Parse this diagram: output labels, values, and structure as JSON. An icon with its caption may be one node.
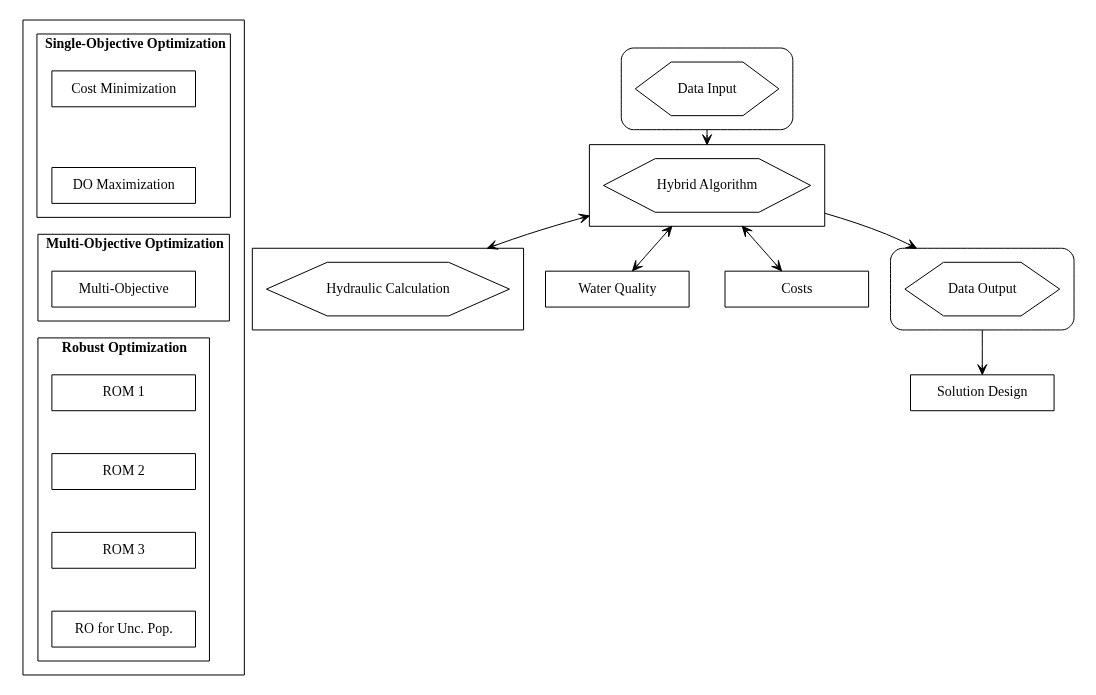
{
  "diagram": {
    "nodes": [
      {
        "text": [],
        "shape": "box"
      },
      {
        "text": [
          "Single-Objective Optimization"
        ],
        "in": 0
      },
      {
        "text": [
          "Cost Minimization"
        ],
        "in": 1
      },
      {
        "text": [
          "DO Maximization"
        ],
        "in": 1
      },
      {
        "text": [
          "Multi-Objective Optimization"
        ],
        "in": 0
      },
      {
        "text": [
          "Multi-Objective"
        ],
        "in": 4
      },
      {
        "text": [
          "Robust Optimization"
        ],
        "in": 0
      },
      {
        "text": [
          "ROM 1"
        ],
        "in": 6
      },
      {
        "text": [
          "ROM 2"
        ],
        "in": 6
      },
      {
        "text": [
          "ROM 3"
        ],
        "in": 6
      },
      {
        "text": [
          "RO for Unc. Pop."
        ],
        "in": 6
      },
      {
        "text": [],
        "shape": "ellipse"
      },
      {
        "text": [
          "Data Input"
        ],
        "in": 11
      },
      {
        "text": [],
        "shape": "box"
      },
      {
        "text": [
          "Hybrid Algorithm"
        ],
        "in": 13
      },
      {
        "text": [],
        "shape": "box"
      },
      {
        "text": [
          "Hydraulic Calculation"
        ],
        "in": 15
      },
      {
        "text": [
          "Water Quality"
        ]
      },
      {
        "text": [
          "Costs"
        ]
      },
      {
        "text": [],
        "shape": "ellipse"
      },
      {
        "text": [
          "Data Output"
        ],
        "in": 19
      },
      {
        "text": [
          "Solution Design"
        ]
      }
    ],
    "edges": [
      {
        "from": 11,
        "to": 13,
        "arrow": "to"
      },
      {
        "from": 13,
        "to": 15,
        "arrow": "both"
      },
      {
        "from": 13,
        "to": 17,
        "arrow": "both"
      },
      {
        "from": 13,
        "to": 18,
        "arrow": "both"
      },
      {
        "from": 13,
        "to": 19,
        "arrow": "to"
      },
      {
        "from": 19,
        "to": 21,
        "arrow": "to"
      }
    ]
  }
}
